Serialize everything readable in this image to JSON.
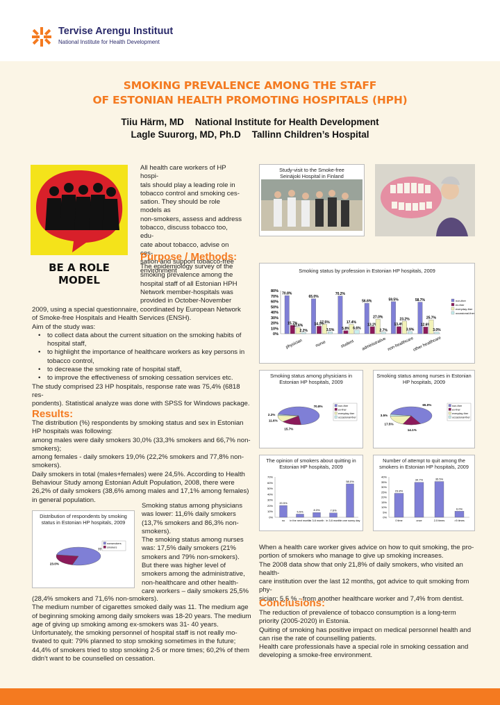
{
  "header": {
    "org_name": "Tervise Arengu Instituut",
    "org_name_en": "National Institute for Health Development"
  },
  "title": {
    "line1": "SMOKING PREVALENCE AMONG THE STAFF",
    "line2": "OF ESTONIAN HEALTH PROMOTING HOSPITALS (HPH)"
  },
  "authors": [
    {
      "name": "Tiiu Härm, MD",
      "affiliation": "National Institute for Health Development"
    },
    {
      "name": "Lagle Suurorg, MD, Ph.D",
      "affiliation": "Tallinn Children’s Hospital"
    }
  ],
  "role_model": {
    "line1": "BE A ROLE",
    "line2": "MODEL"
  },
  "intro": [
    "All health care workers of HP hospi-",
    "tals should play a leading role in",
    "tobacco control and smoking ces-",
    "sation. They should be role models as",
    "non-smokers, assess and address",
    "tobacco, discuss tobacco too, edu-",
    "cate about tobacco, advise on ces-",
    "sation and support tobacco-free",
    "environment"
  ],
  "purpose": {
    "heading": "Purpose / Methods:",
    "narrow_lines": [
      "The epidemiology survey of the",
      "smoking prevalence among the",
      "hospital staff of all Estonian HPH",
      "Network member-hospitals was",
      "provided in October-November"
    ],
    "wide_lines": [
      "2009, using a special questionnaire, coordinated by European Network",
      "of Smoke-free Hospitals and Health Services (ENSH).",
      "Aim of the study was:"
    ],
    "aims": [
      "to collect data about the current situation on the smoking habits of hospital staff,",
      "to highlight the importance of healthcare workers as key persons in tobacco control,",
      "to decrease the smoking rate of hospital staff,",
      "to improve the effectiveness of smoking cessation services etc."
    ],
    "closing": [
      "The study comprised 23 HP hospitals, response rate was 75,4% (6818 res-",
      "pondents). Statistical analyze was done with SPSS for Windows package."
    ]
  },
  "results": {
    "heading": "Results:",
    "lines": [
      "The distribution (%) respondents by smoking status and sex in Estonian",
      "HP hospitals was following:",
      "among males were daily smokers 30,0% (33,3% smokers and 66,7% non-",
      "smokers);",
      "among females - daily smokers 19,0% (22,2% smokers and 77,8% non-",
      "smokers).",
      "Daily smokers in total (males+females) were 24,5%. According to Health",
      "Behaviour Study among Estonian Adult Population, 2008, there were",
      "26,2% of daily smokers (38,6% among males and 17,1% among females)",
      "in general population."
    ],
    "side_lines": [
      "Smoking status among physicians",
      "was lower: 11,6% daily smokers",
      "(13,7% smokers  and 86,3% non-",
      "smokers).",
      "The smoking status among nurses",
      "was: 17,5% daily smokers (21%",
      "smokers and 79% non-smokers).",
      "But there was higher level of",
      "smokers among the administrative,",
      "non-healthcare and other health-",
      "care workers – daily smokers 25,5%"
    ],
    "bottom_lines": [
      "(28,4% smokers and 71,6% non-smokers).",
      "The medium number of cigarettes smoked daily was 11. The medium age",
      "of beginning smoking among daily smokers was 18-20 years. The medium",
      "age of giving up smoking among ex-smokers was 31- 40 years.",
      "Unfortunately, the smoking personnel of hospital staff is not really mo-",
      "tivated to quit: 79% planned to stop smoking sometimes in the future;",
      "44,4% of smokers tried to stop smoking 2-5 or more times; 60,2% of them",
      "didn't want to be counselled on cessation."
    ]
  },
  "advice": [
    "When a health care worker gives advice on how to quit smoking, the pro-",
    "portion of smokers who manage to give up smoking increases.",
    "The 2008 data show that only 21,8% of daily smokers, who  visited an health-",
    "care institution over the last 12 months, got advice to quit smoking from phy-",
    "sician;  5,5 %  - from another healthcare worker and 7,4%  from dentist."
  ],
  "conclusions": {
    "heading": "Conclusions:",
    "lines": [
      "The reduction of prevalence of tobacco consumption is a long-term",
      "priority (2005-2020) in Estonia.",
      "Quiting of smoking has positive impact on medical personnel health and",
      "can rise the rate of counselling patients.",
      "Health care professionals have a special role in smoking cessation and",
      "developing a smoke-free environment."
    ]
  },
  "photo_caption": {
    "line1": "Study-visit to the Smoke-free",
    "line2": "Seinäjoki Hospital in Finland"
  },
  "colors": {
    "accent": "#f47a20",
    "band": "#fbf5e6",
    "bar1": "#7f7fd6",
    "bar2": "#8b1a5a",
    "bar3": "#f2f2b8",
    "bar4": "#c8f0f0"
  },
  "chart_data": [
    {
      "type": "bar",
      "title": "Smoking status by profession in Estonian HP hospitals, 2009",
      "categories": [
        "physician",
        "nurse",
        "student",
        "administrative",
        "non-healthcare",
        "other healthcare"
      ],
      "series": [
        {
          "name": "non-ther",
          "values": [
            70.8,
            65.0,
            70.2,
            56.6,
            59.5,
            58.7
          ]
        },
        {
          "name": "ex-ther",
          "values": [
            15.7,
            14.1,
            5.8,
            13.2,
            13.4,
            12.6
          ]
        },
        {
          "name": "everyday-ther",
          "values": [
            11.6,
            17.5,
            17.4,
            27.0,
            23.2,
            25.7
          ]
        },
        {
          "name": "occasional-ther",
          "values": [
            2.2,
            3.5,
            6.6,
            2.7,
            3.9,
            3.0
          ]
        }
      ],
      "labels": [
        [
          "70.8%",
          "15.7%",
          "11.6%",
          "2.2%"
        ],
        [
          "65.0%",
          "14.1%",
          "17.5%",
          "3.5%"
        ],
        [
          "70.2%",
          "5.8%",
          "17.4%",
          "6.6%"
        ],
        [
          "56.6%",
          "13.2%",
          "27.0%",
          "2.7%"
        ],
        [
          "59.5%",
          "13.4%",
          "23.2%",
          "3.9%"
        ],
        [
          "58.7%",
          "12.6%",
          "25.7%",
          "3.0%"
        ]
      ],
      "ylim": [
        0,
        80
      ],
      "yticks": [
        "0%",
        "10%",
        "20%",
        "30%",
        "40%",
        "50%",
        "60%",
        "70%",
        "80%"
      ],
      "legend": "right",
      "grid": false
    },
    {
      "type": "pie",
      "title": "Smoking status among physicians in Estonian HP hospitals, 2009",
      "values": [
        70.8,
        15.7,
        11.6,
        2.2
      ],
      "labels": [
        "70.8%",
        "15.7%",
        "11.6%",
        "2.2%"
      ],
      "legend": [
        "non-ther",
        "ex-ther",
        "everyday-ther",
        "occasional-ther"
      ]
    },
    {
      "type": "pie",
      "title": "Smoking status among nurses in Estonian HP hospitals, 2009",
      "values": [
        65.0,
        14.1,
        17.5,
        3.5
      ],
      "labels": [
        "65.0%",
        "14.1%",
        "17.5%",
        "3.5%"
      ],
      "legend": [
        "non-ther",
        "ex-ther",
        "everyday-ther",
        "occasional-ther"
      ]
    },
    {
      "type": "bar",
      "title": "The opinion of smokers about quitting in Estonian HP hospitals, 2009",
      "categories": [
        "no",
        "in the next month",
        "in 3-6 month",
        "in 3-6 month",
        "in one sunny day"
      ],
      "values": [
        20.5,
        5.5,
        8.3,
        7.6,
        58.0
      ],
      "labels": [
        "20.5%",
        "5.5%",
        "8.3%",
        "7.6%",
        "58.0%"
      ],
      "ylim": [
        0,
        70
      ],
      "yticks": [
        "0%",
        "10%",
        "20%",
        "30%",
        "40%",
        "50%",
        "60%",
        "70%"
      ]
    },
    {
      "type": "bar",
      "title": "Number of attempt to quit among the smokers in Estonian HP hospitals, 2009",
      "categories": [
        "0 time",
        "once",
        "2-5 times",
        ">5 times"
      ],
      "values": [
        23.8,
        34.7,
        35.5,
        6.0
      ],
      "labels": [
        "23.8%",
        "34.7%",
        "35.5%",
        "6.0%"
      ],
      "ylim": [
        0,
        40
      ],
      "yticks": [
        "0%",
        "5%",
        "10%",
        "15%",
        "20%",
        "25%",
        "30%",
        "35%",
        "40%"
      ]
    },
    {
      "type": "pie",
      "title": "Distribution of respondents by smoking status in Estonian HP hospitals, 2009",
      "values": [
        77.0,
        23.0
      ],
      "labels": [
        "77.0%",
        "23.0%"
      ],
      "legend": [
        "nonsmokers",
        "smokers"
      ]
    }
  ]
}
